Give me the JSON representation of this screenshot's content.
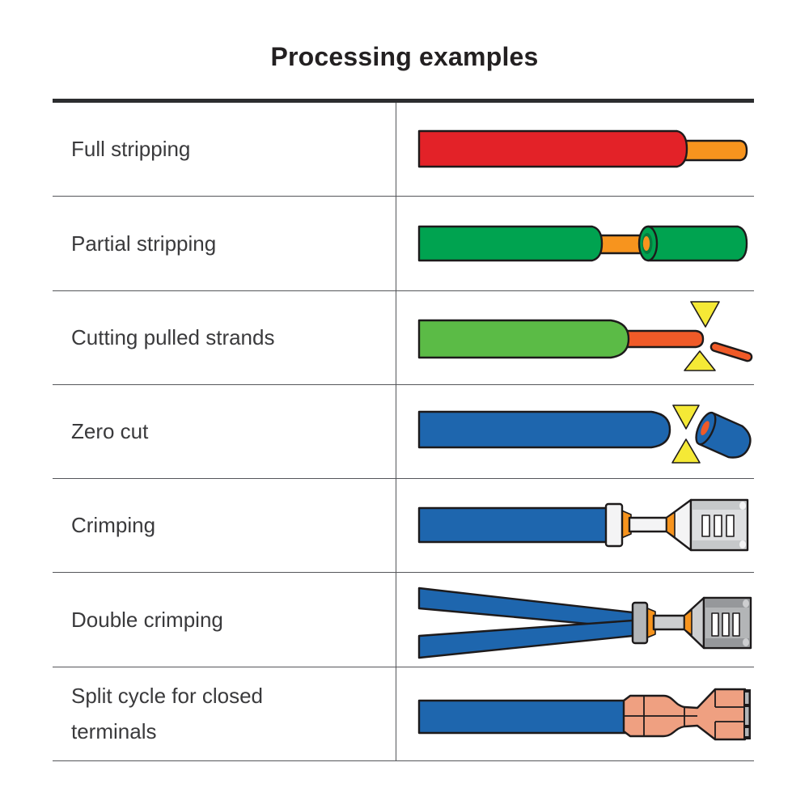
{
  "title": "Processing examples",
  "table": {
    "rows": [
      {
        "label": "Full stripping",
        "illustration": "full-stripping-wire"
      },
      {
        "label": "Partial stripping",
        "illustration": "partial-stripping-wire"
      },
      {
        "label": "Cutting pulled strands",
        "illustration": "cutting-pulled-strands-wire"
      },
      {
        "label": "Zero cut",
        "illustration": "zero-cut-wire"
      },
      {
        "label": "Crimping",
        "illustration": "crimped-terminal-wire"
      },
      {
        "label": "Double crimping",
        "illustration": "double-crimped-terminal-wires"
      },
      {
        "label": "Split cycle for closed terminals",
        "illustration": "closed-terminal-wire"
      }
    ]
  },
  "colors": {
    "c_title": "#232021",
    "c_text": "#3a3a3c",
    "c_outline": "#1d1a1b",
    "c_line": "#55565a",
    "c_line_heavy": "#2c2d2f",
    "c_red": "#e32228",
    "c_orange": "#f7941e",
    "c_green_dark": "#00a350",
    "c_green_deep": "#067a3e",
    "c_green_light": "#5bbb46",
    "c_orange_red": "#f05a28",
    "c_yellow": "#f5e936",
    "c_blue": "#1e66ae",
    "c_salmon": "#efa081",
    "c_gray1": "#dedfe1",
    "c_gray1_light": "#f4f4f5",
    "c_gray1_band": "#c6c8ca",
    "c_gray2": "#b3b5b7",
    "c_gray2_band": "#96989b",
    "c_gray2_light": "#cdced0"
  }
}
